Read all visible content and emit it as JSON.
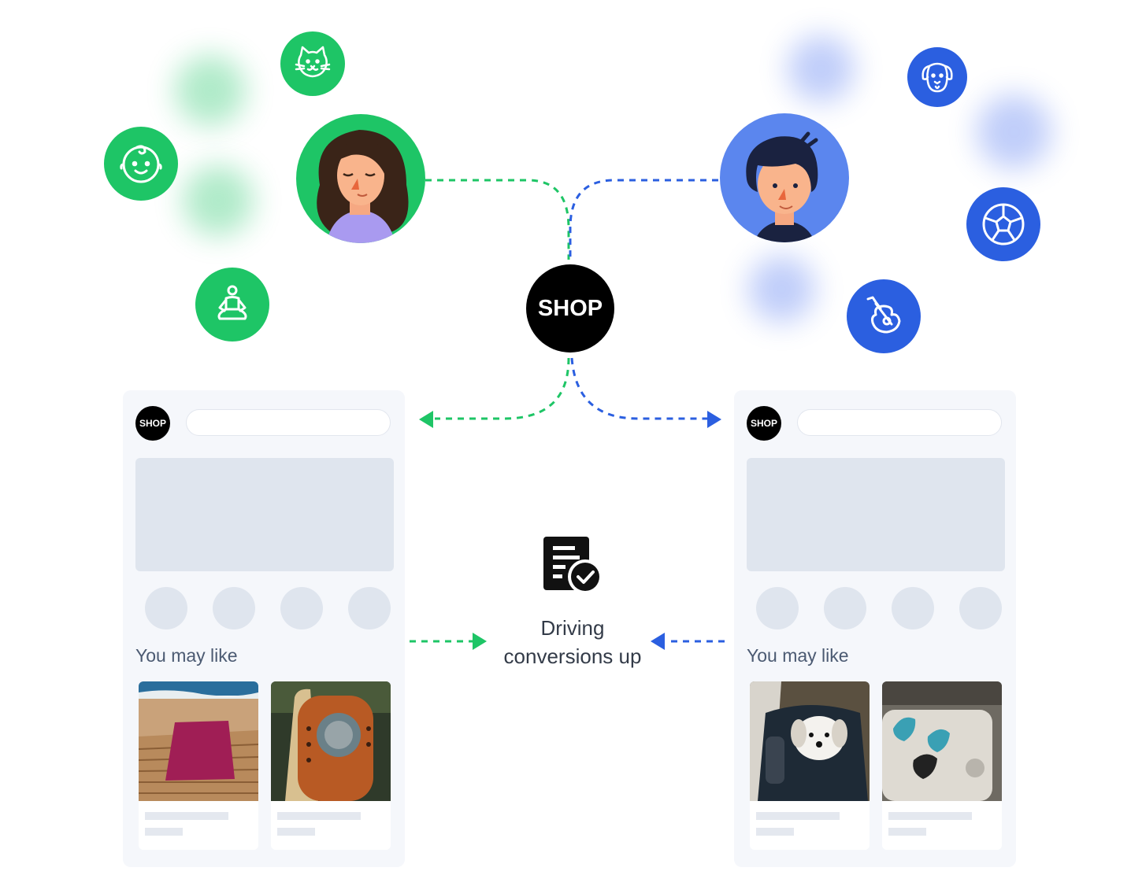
{
  "hub": {
    "label": "SHOP"
  },
  "caption": {
    "line1": "Driving",
    "line2": "conversions up"
  },
  "colors": {
    "green": "#1ec566",
    "blue": "#2b5fe0",
    "panel_bg": "#f5f7fb",
    "placeholder": "#dfe5ee"
  },
  "left_persona": {
    "interest_icons": [
      "cat-icon",
      "baby-icon",
      "yoga-icon"
    ]
  },
  "right_persona": {
    "interest_icons": [
      "dog-icon",
      "soccer-ball-icon",
      "guitar-icon"
    ]
  },
  "left_panel": {
    "logo": "SHOP",
    "section_title": "You may like",
    "products": [
      {
        "image": "yoga-mat-on-beach"
      },
      {
        "image": "cat-backpack"
      }
    ]
  },
  "right_panel": {
    "logo": "SHOP",
    "section_title": "You may like",
    "products": [
      {
        "image": "dog-in-bag"
      },
      {
        "image": "guitar-picks"
      }
    ]
  }
}
